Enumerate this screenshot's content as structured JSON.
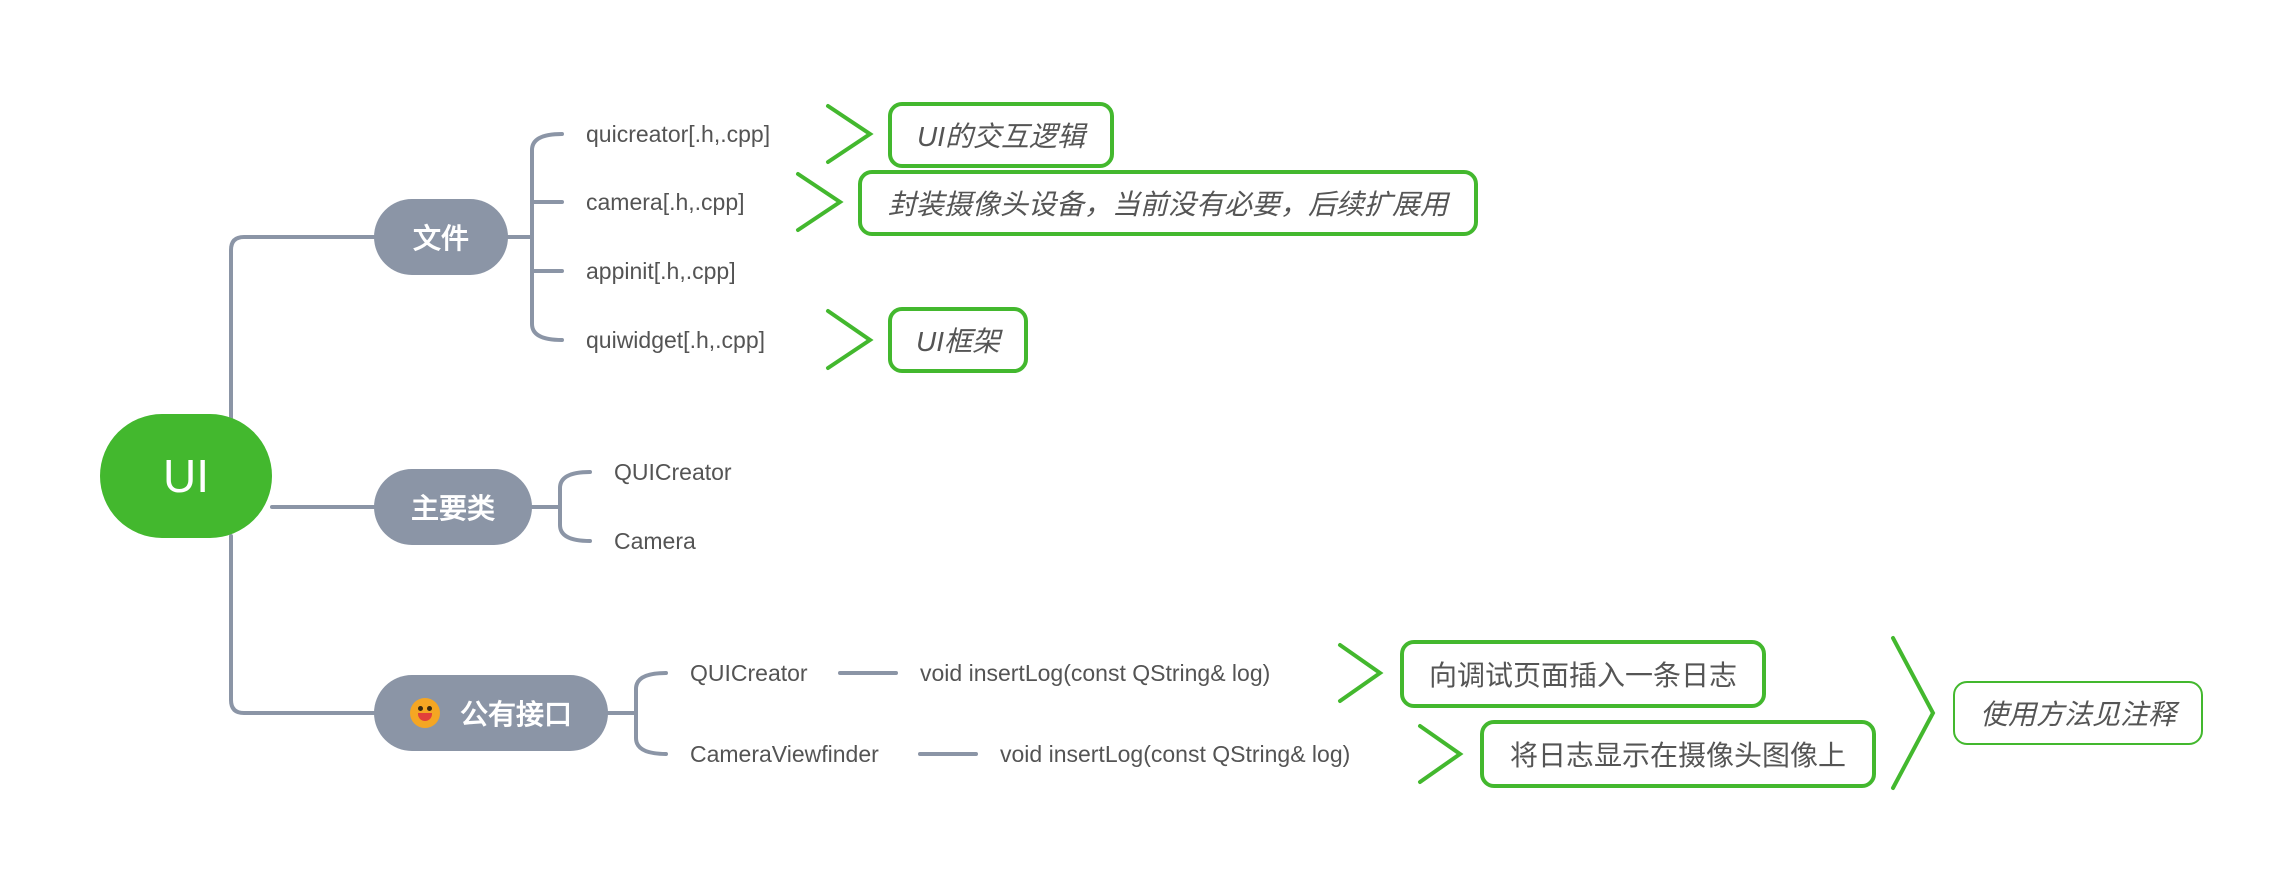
{
  "root": {
    "label": "UI"
  },
  "branches": {
    "files": {
      "label": "文件",
      "items": [
        "quicreator[.h,.cpp]",
        "camera[.h,.cpp]",
        "appinit[.h,.cpp]",
        "quiwidget[.h,.cpp]"
      ],
      "notes": {
        "quicreator": "UI的交互逻辑",
        "camera": "封装摄像头设备，当前没有必要，后续扩展用",
        "quiwidget": "UI框架"
      }
    },
    "classes": {
      "label": "主要类",
      "items": [
        "QUICreator",
        "Camera"
      ]
    },
    "api": {
      "label": "公有接口",
      "icon": "smiley-face-icon",
      "rows": [
        {
          "class": "QUICreator",
          "method": "void insertLog(const QString& log)",
          "note": "向调试页面插入一条日志"
        },
        {
          "class": "CameraViewfinder",
          "method": "void insertLog(const QString& log)",
          "note": "将日志显示在摄像头图像上"
        }
      ],
      "summary_note": "使用方法见注释"
    }
  },
  "colors": {
    "root_fill": "#43b82e",
    "branch_fill": "#8b95a6",
    "connector": "#8b95a6",
    "note_border": "#43b82e",
    "text": "#545454"
  }
}
